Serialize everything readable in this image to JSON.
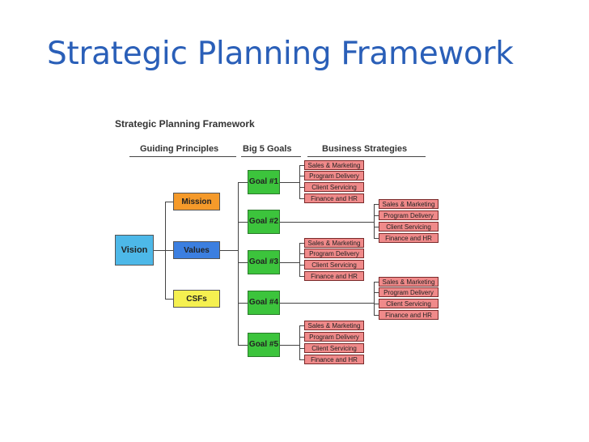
{
  "slide": {
    "title": "Strategic Planning Framework"
  },
  "framework": {
    "title": "Strategic Planning Framework",
    "headers": {
      "guiding": "Guiding Principles",
      "goals": "Big 5 Goals",
      "strategies": "Business Strategies"
    },
    "vision": "Vision",
    "principles": [
      "Mission",
      "Values",
      "CSFs"
    ],
    "goals": [
      "Goal #1",
      "Goal #2",
      "Goal #3",
      "Goal #4",
      "Goal #5"
    ],
    "strategies": [
      "Sales & Marketing",
      "Program Delivery",
      "Client Servicing",
      "Finance and HR"
    ],
    "colors": {
      "title": "#2a5fb8",
      "vision": "#4db8e8",
      "mission": "#f59a2a",
      "values": "#3c7fe0",
      "csfs": "#f5f050",
      "goal": "#3cc43c",
      "strategy": "#f08a8a"
    }
  }
}
